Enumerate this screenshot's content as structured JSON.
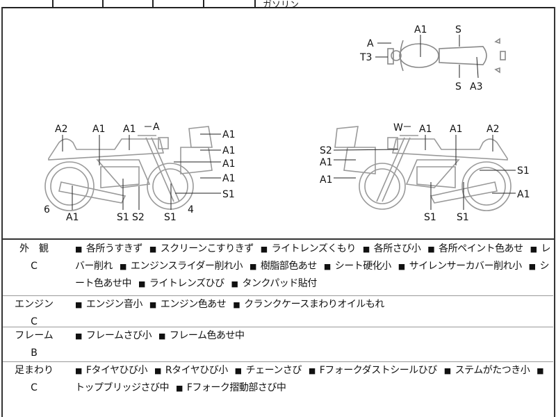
{
  "top_row_partial_text": "ガソリン",
  "diagrams": {
    "top": [
      "A",
      "T3",
      "A1",
      "S",
      "S",
      "A3"
    ],
    "left": [
      "A2",
      "A1",
      "A1",
      "A",
      "A1",
      "A1",
      "A1",
      "A1",
      "S1",
      "6",
      "A1",
      "S1",
      "S2",
      "S1",
      "4"
    ],
    "right": [
      "W",
      "A1",
      "A1",
      "A2",
      "S2",
      "A1",
      "A1",
      "S1",
      "A1",
      "S1",
      "S1"
    ]
  },
  "sections": [
    {
      "category": "外　観",
      "grade": "C",
      "items": [
        "各所うすきず",
        "スクリーンこすりきず",
        "ライトレンズくもり",
        "各所さび小",
        "各所ペイント色あせ",
        "レバー削れ",
        "エンジンスライダー削れ小",
        "樹脂部色あせ",
        "シート硬化小",
        "サイレンサーカバー削れ小",
        "シート色あせ中",
        "ライトレンズひび",
        "タンクパッド貼付"
      ]
    },
    {
      "category": "エンジン",
      "grade": "C",
      "items": [
        "エンジン音小",
        "エンジン色あせ",
        "クランクケースまわりオイルもれ"
      ]
    },
    {
      "category": "フレーム",
      "grade": "B",
      "items": [
        "フレームさび小",
        "フレーム色あせ中"
      ]
    },
    {
      "category": "足まわり",
      "grade": "C",
      "items": [
        "Fタイヤひび小",
        "Rタイヤひび小",
        "チェーンさび",
        "Fフォークダストシールひび",
        "ステムがたつき小",
        "トップブリッジさび中",
        "Fフォーク摺動部さび中"
      ]
    }
  ],
  "bullet": "■"
}
